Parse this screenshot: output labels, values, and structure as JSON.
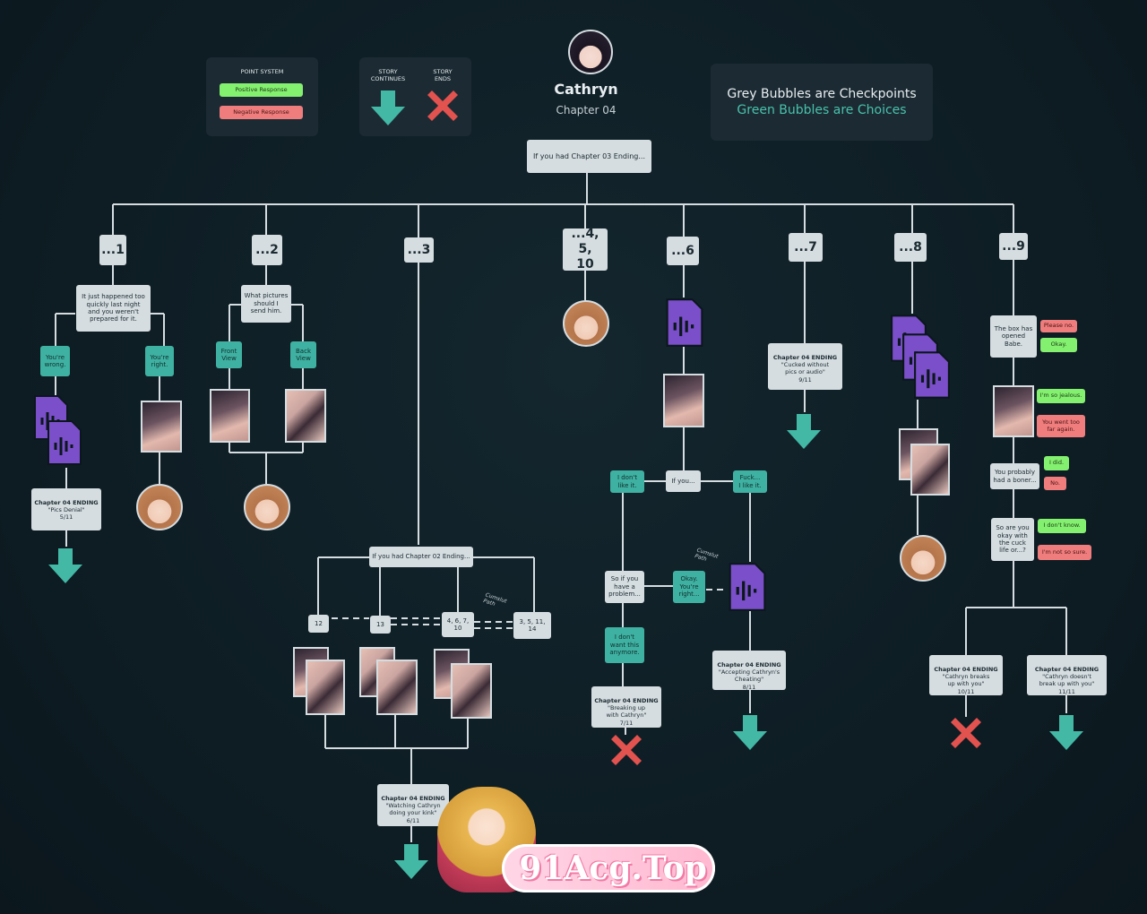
{
  "character": {
    "name": "Cathryn",
    "chapter": "Chapter 04"
  },
  "point_system": {
    "title": "POINT SYSTEM",
    "positive": "Positive Response",
    "negative": "Negative Response"
  },
  "story_key": {
    "continues": "STORY\nCONTINUES",
    "ends": "STORY\nENDS"
  },
  "bubble_key": {
    "line1": "Grey Bubbles are Checkpoints",
    "line2": "Green Bubbles are Choices"
  },
  "colors": {
    "background": "#0e1d24",
    "grey": "#d5dde1",
    "green": "#3fb1a2",
    "positive": "#84f06f",
    "negative": "#ef7d7d",
    "audio": "#7b4fc9",
    "arrow": "#42b8a5",
    "cross": "#e2524f"
  },
  "root": "If you had Chapter 03 Ending...",
  "branches": {
    "b1": {
      "label": "...1",
      "question": "It just happened too\nquickly last night\nand you weren't\nprepared for it.",
      "choice_a": "You're\nwrong.",
      "choice_b": "You're\nright.",
      "ending_title": "Chapter 04 ENDING",
      "ending_name": "\"Pics Denial\"",
      "ending_num": "5/11"
    },
    "b2": {
      "label": "...2",
      "question": "What pictures\nshould I\nsend him.",
      "choice_a": "Front\nView",
      "choice_b": "Back\nView"
    },
    "b3": {
      "label": "...3",
      "sub": "If you had Chapter 02 Ending...",
      "opt1": "12",
      "opt2": "13",
      "opt3": "4, 6, 7,\n10",
      "opt4": "3, 5, 11,\n14",
      "note": "Cumslut\nPath",
      "ending_title": "Chapter 04 ENDING",
      "ending_name": "\"Watching Cathryn\ndoing your kink\"",
      "ending_num": "6/11"
    },
    "b4": {
      "label": "...4, 5,\n10"
    },
    "b6": {
      "label": "...6",
      "mid": "If you...",
      "choice_a": "I don't\nlike it.",
      "choice_b": "Fuck...\nI like it.",
      "q2": "So if you\nhave a\nproblem...",
      "choice_c": "Okay.\nYou're\nright...",
      "choice_d": "I don't\nwant this\nanymore.",
      "note": "Cumslut\nPath",
      "ending_a_title": "Chapter 04 ENDING",
      "ending_a_name": "\"Breaking up\nwith Cathryn\"",
      "ending_a_num": "7/11",
      "ending_b_title": "Chapter 04 ENDING",
      "ending_b_name": "\"Accepting Cathryn's\nCheating\"",
      "ending_b_num": "8/11"
    },
    "b7": {
      "label": "...7",
      "ending_title": "Chapter 04 ENDING",
      "ending_name": "\"Cucked without\npics or audio\"",
      "ending_num": "9/11"
    },
    "b8": {
      "label": "...8"
    },
    "b9": {
      "label": "...9",
      "q1": "The box has\nopened\nBabe.",
      "q1_neg": "Please no.",
      "q1_pos": "Okay.",
      "q2_pos": "I'm so jealous.",
      "q2_neg": "You went too\nfar again.",
      "q3": "You probably\nhad a boner...",
      "q3_pos": "I did.",
      "q3_neg": "No.",
      "q4": "So are you\nokay with\nthe cuck\nlife or...?",
      "q4_pos": "I don't know.",
      "q4_neg": "I'm not so sure.",
      "ending_a_title": "Chapter 04 ENDING",
      "ending_a_name": "\"Cathryn breaks\nup with you\"",
      "ending_a_num": "10/11",
      "ending_b_title": "Chapter 04 ENDING",
      "ending_b_name": "\"Cathryn doesn't\nbreak up with you\"",
      "ending_b_num": "11/11"
    }
  },
  "watermark": "91Acg.Top"
}
